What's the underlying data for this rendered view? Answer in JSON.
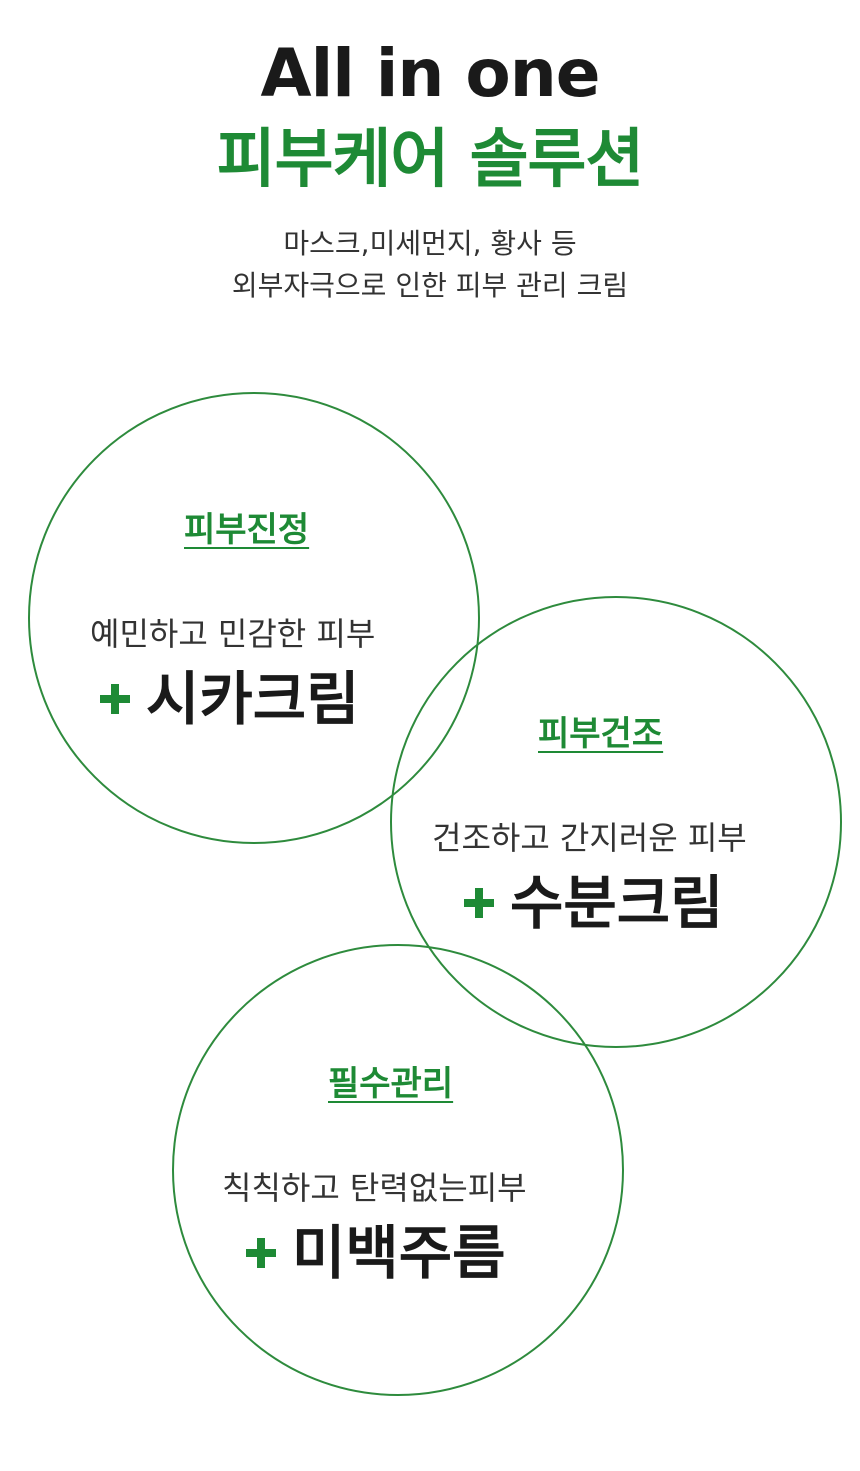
{
  "header": {
    "title_en": "All in one",
    "title_ko": "피부케어 솔루션",
    "subtitle_line1": "마스크,미세먼지, 황사 등",
    "subtitle_line2": "외부자극으로 인한 피부 관리 크림"
  },
  "circles": [
    {
      "title": "피부진정",
      "description": "예민하고 민감한 피부",
      "product": "시카크림"
    },
    {
      "title": "피부건조",
      "description": "건조하고 간지러운 피부",
      "product": "수분크림"
    },
    {
      "title": "필수관리",
      "description": "칙칙하고 탄력없는피부",
      "product": "미백주름"
    }
  ],
  "colors": {
    "accent": "#1e8a35",
    "circle_stroke": "#2e8b3d",
    "text_dark": "#1a1a1a"
  },
  "icons": {
    "product_prefix": "plus-icon"
  }
}
